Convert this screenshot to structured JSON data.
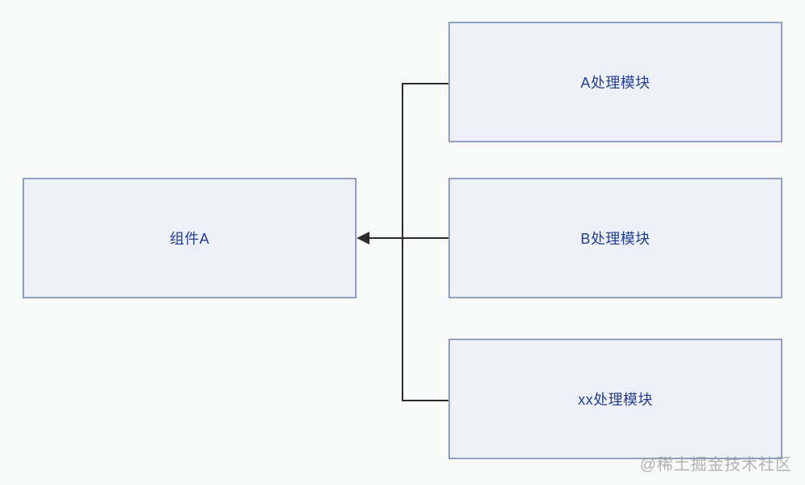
{
  "theme": {
    "canvas_bg": "#f8f9f9",
    "node_fill": "#eef0f8",
    "node_border": "#8da0bd",
    "node_text": "#233e92",
    "connector": "#2b2b2b",
    "watermark_color": "#9b9b9b"
  },
  "diagram": {
    "type": "flow-diagram",
    "nodes": {
      "component_a": {
        "label": "组件A"
      },
      "module_a": {
        "label": "A处理模块"
      },
      "module_b": {
        "label": "B处理模块"
      },
      "module_xx": {
        "label": "xx处理模块"
      }
    },
    "edges": [
      {
        "from": "module_a",
        "to": "component_a",
        "arrow": "into-component_a"
      },
      {
        "from": "module_b",
        "to": "component_a",
        "arrow": "into-component_a"
      },
      {
        "from": "module_xx",
        "to": "component_a",
        "arrow": "into-component_a"
      }
    ]
  },
  "watermark": {
    "text": "@稀土掘金技术社区"
  }
}
